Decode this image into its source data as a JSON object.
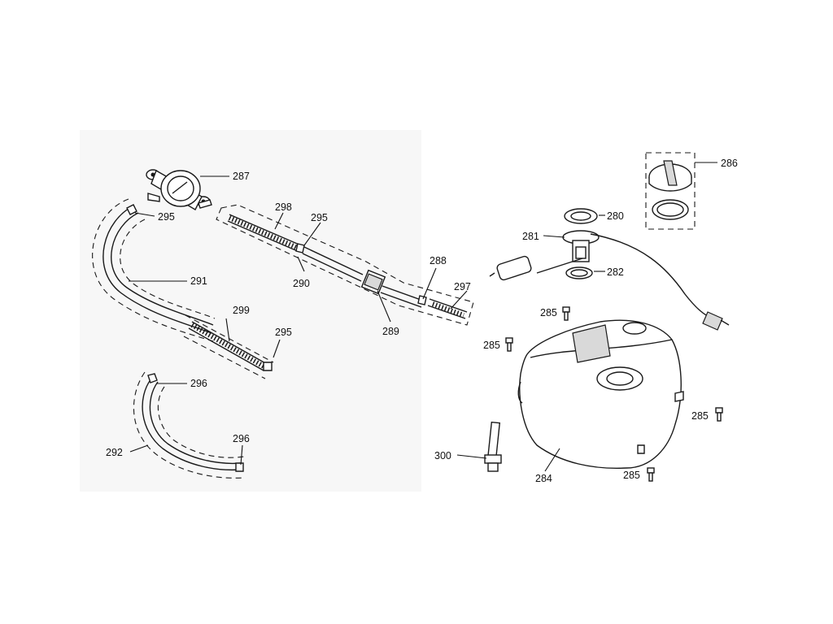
{
  "parts": {
    "p280": "280",
    "p281": "281",
    "p282": "282",
    "p284": "284",
    "p285a": "285",
    "p285b": "285",
    "p285c": "285",
    "p285d": "285",
    "p286": "286",
    "p287": "287",
    "p288": "288",
    "p289": "289",
    "p290": "290",
    "p291": "291",
    "p292": "292",
    "p295a": "295",
    "p295b": "295",
    "p295c": "295",
    "p296a": "296",
    "p296b": "296",
    "p297": "297",
    "p298": "298",
    "p299": "299",
    "p300": "300"
  }
}
